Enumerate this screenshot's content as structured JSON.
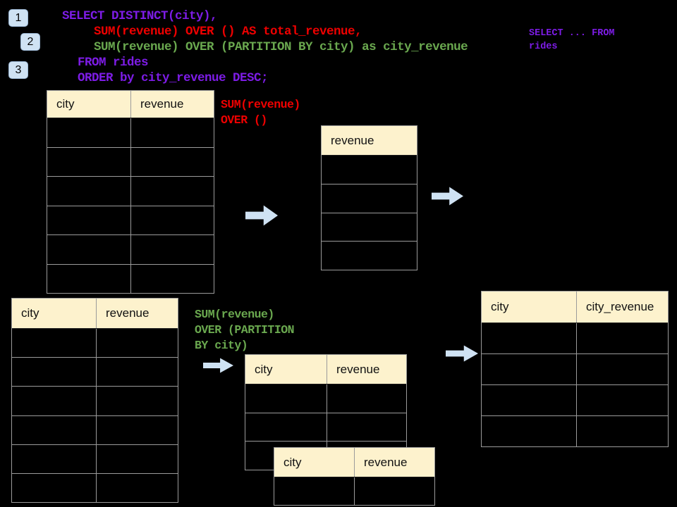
{
  "colors": {
    "background": "#000000",
    "sql_purple": "#7d1ce6",
    "sql_red": "#ee0000",
    "sql_green": "#6aa84f",
    "table_header_fill": "#fdf2cd",
    "table_border": "#9b9b9b",
    "arrow_blue": "#cfe2f3",
    "badge_blue": "#cfe2f3"
  },
  "badges": [
    {
      "label": "1"
    },
    {
      "label": "2"
    },
    {
      "label": "3"
    }
  ],
  "sql": {
    "lines": [
      {
        "text": "SELECT DISTINCT(city),",
        "color": "#7d1ce6"
      },
      {
        "text": "SUM(revenue) OVER () AS total_revenue,",
        "color": "#ee0000"
      },
      {
        "text": "SUM(revenue) OVER (PARTITION BY city) as city_revenue",
        "color": "#6aa84f"
      },
      {
        "text": "FROM rides",
        "color": "#7d1ce6"
      },
      {
        "text": "ORDER by city_revenue DESC;",
        "color": "#7d1ce6"
      }
    ]
  },
  "side_note": {
    "text": "SELECT ... FROM\nrides",
    "color": "#7d1ce6"
  },
  "labels": {
    "total_revenue": {
      "text": "SUM(revenue)\nOVER ()",
      "color": "#ee0000"
    },
    "partition": {
      "text": "SUM(revenue)\nOVER (PARTITION\nBY city)",
      "color": "#6aa84f"
    }
  },
  "tables": {
    "source_top": {
      "headers": [
        "city",
        "revenue"
      ],
      "empty_rows": 6
    },
    "revenue_only": {
      "headers": [
        "revenue"
      ],
      "empty_rows": 4
    },
    "source_bottom": {
      "headers": [
        "city",
        "revenue"
      ],
      "empty_rows": 6
    },
    "partition_a": {
      "headers": [
        "city",
        "revenue"
      ],
      "empty_rows": 3
    },
    "partition_b": {
      "headers": [
        "city",
        "revenue"
      ],
      "empty_rows": 1
    },
    "result": {
      "headers": [
        "city",
        "city_revenue"
      ],
      "empty_rows": 4
    }
  },
  "icons": {
    "flow_arrow": "right-arrow"
  }
}
